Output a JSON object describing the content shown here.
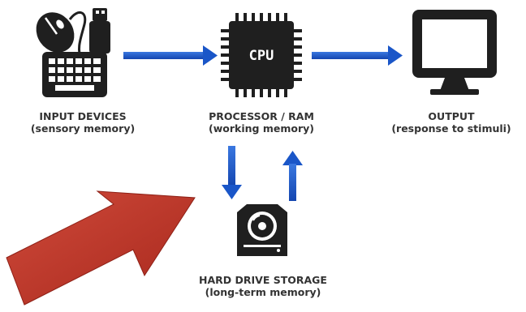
{
  "nodes": {
    "input": {
      "title": "INPUT DEVICES",
      "subtitle": "(sensory memory)",
      "icon": "keyboard-mouse-usb-icon"
    },
    "processor": {
      "title": "PROCESSOR / RAM",
      "subtitle": "(working memory)",
      "icon": "cpu-chip-icon",
      "chip_text": "CPU"
    },
    "output": {
      "title": "OUTPUT",
      "subtitle": "(response to stimuli)",
      "icon": "monitor-icon"
    },
    "storage": {
      "title": "HARD DRIVE STORAGE",
      "subtitle": "(long-term memory)",
      "icon": "hard-drive-icon"
    }
  },
  "colors": {
    "icon": "#1f1f1f",
    "flow_arrow": "#1a56c8",
    "highlight_arrow": "#c0392b",
    "text": "#333333"
  }
}
